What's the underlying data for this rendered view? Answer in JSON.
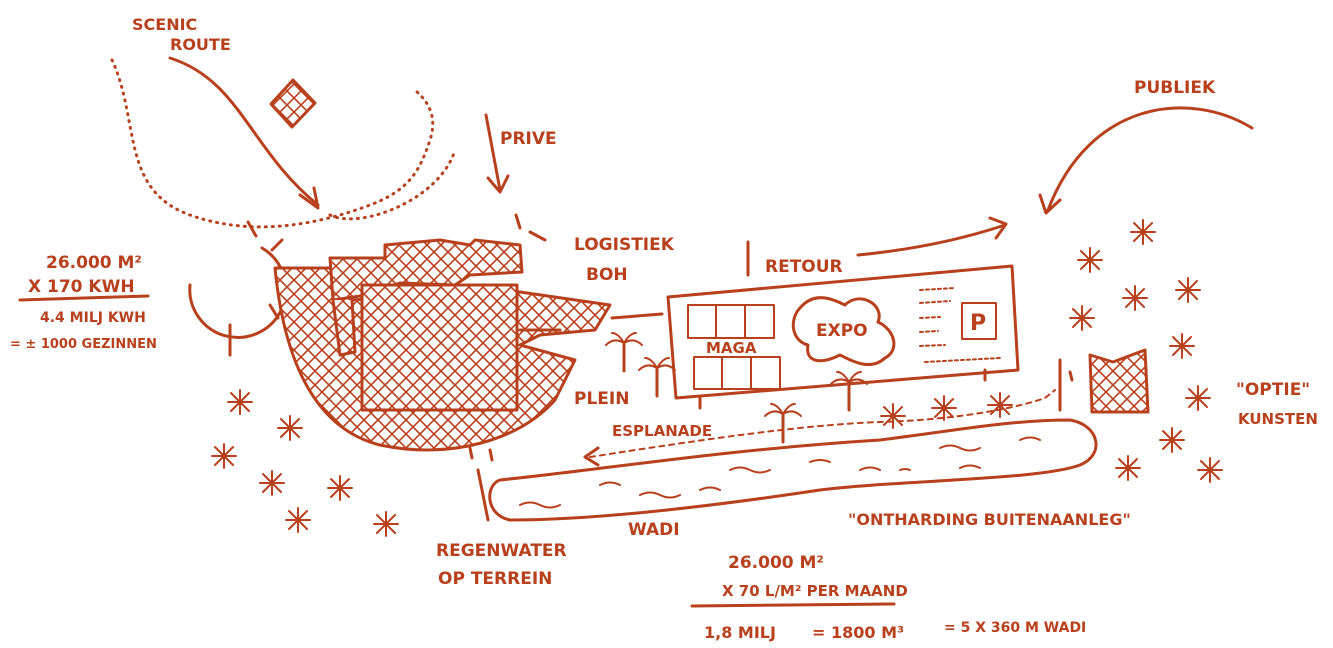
{
  "colors": {
    "ink": "#b8401c",
    "background": "#ffffff"
  },
  "labels": {
    "scenic_route_1": "SCENIC",
    "scenic_route_2": "ROUTE",
    "prive": "PRIVE",
    "publiek": "PUBLIEK",
    "logistiek_1": "LOGISTIEK",
    "logistiek_2": "BOH",
    "retour": "RETOUR",
    "maga": "MAGA",
    "expo": "EXPO",
    "parking": "P",
    "plein": "PLEIN",
    "esplanade": "ESPLANADE",
    "optie_1": "\"OPTIE\"",
    "optie_2": "KUNSTEN",
    "wadi": "WADI",
    "ontharding": "\"ONTHARDING BUITENAANLEG\"",
    "regenwater_1": "REGENWATER",
    "regenwater_2": "OP TERREIN"
  },
  "energy_calc": {
    "area": "26.000 m²",
    "factor": "x 170 kWh",
    "result": "4.4 milj kWh",
    "households": "= ± 1000 GEZINNEN"
  },
  "water_calc": {
    "area": "26.000 m²",
    "factor": "x 70 L/m² per maand",
    "result": "1,8 milj",
    "volume": "= 1800 m³",
    "wadi": "= 5 x 360 m WADI"
  }
}
